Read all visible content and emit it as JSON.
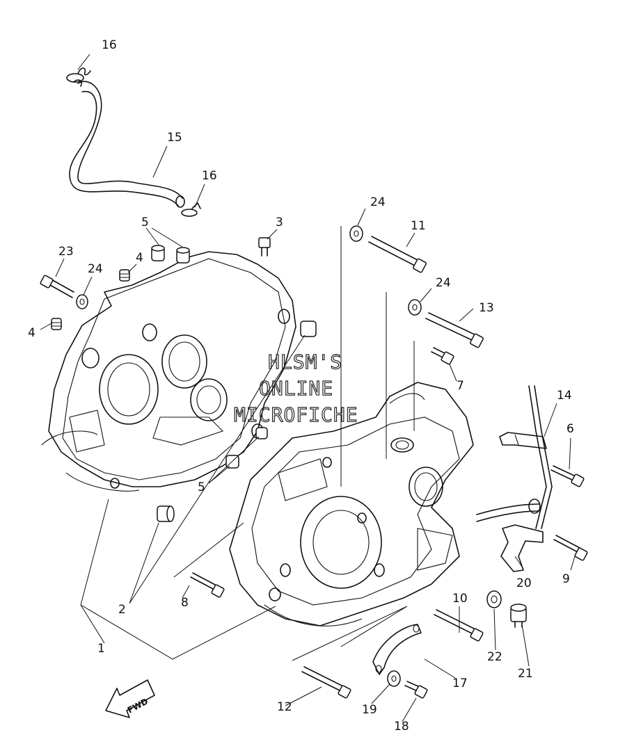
{
  "watermark": {
    "line1": "HLSM'S",
    "line2": "ONLINE",
    "line3": "MICROFICHE"
  },
  "fwd_label": "FWD",
  "callouts": [
    {
      "id": "c1",
      "label": "1"
    },
    {
      "id": "c2",
      "label": "2"
    },
    {
      "id": "c3",
      "label": "3"
    },
    {
      "id": "c4a",
      "label": "4"
    },
    {
      "id": "c4b",
      "label": "4"
    },
    {
      "id": "c5a",
      "label": "5"
    },
    {
      "id": "c5b",
      "label": "5"
    },
    {
      "id": "c6",
      "label": "6"
    },
    {
      "id": "c7",
      "label": "7"
    },
    {
      "id": "c8",
      "label": "8"
    },
    {
      "id": "c9",
      "label": "9"
    },
    {
      "id": "c10",
      "label": "10"
    },
    {
      "id": "c11",
      "label": "11"
    },
    {
      "id": "c12",
      "label": "12"
    },
    {
      "id": "c13",
      "label": "13"
    },
    {
      "id": "c14",
      "label": "14"
    },
    {
      "id": "c15",
      "label": "15"
    },
    {
      "id": "c16a",
      "label": "16"
    },
    {
      "id": "c16b",
      "label": "16"
    },
    {
      "id": "c17",
      "label": "17"
    },
    {
      "id": "c18",
      "label": "18"
    },
    {
      "id": "c19",
      "label": "19"
    },
    {
      "id": "c20",
      "label": "20"
    },
    {
      "id": "c21",
      "label": "21"
    },
    {
      "id": "c22",
      "label": "22"
    },
    {
      "id": "c23",
      "label": "23"
    },
    {
      "id": "c24a",
      "label": "24"
    },
    {
      "id": "c24b",
      "label": "24"
    },
    {
      "id": "c24c",
      "label": "24"
    }
  ]
}
